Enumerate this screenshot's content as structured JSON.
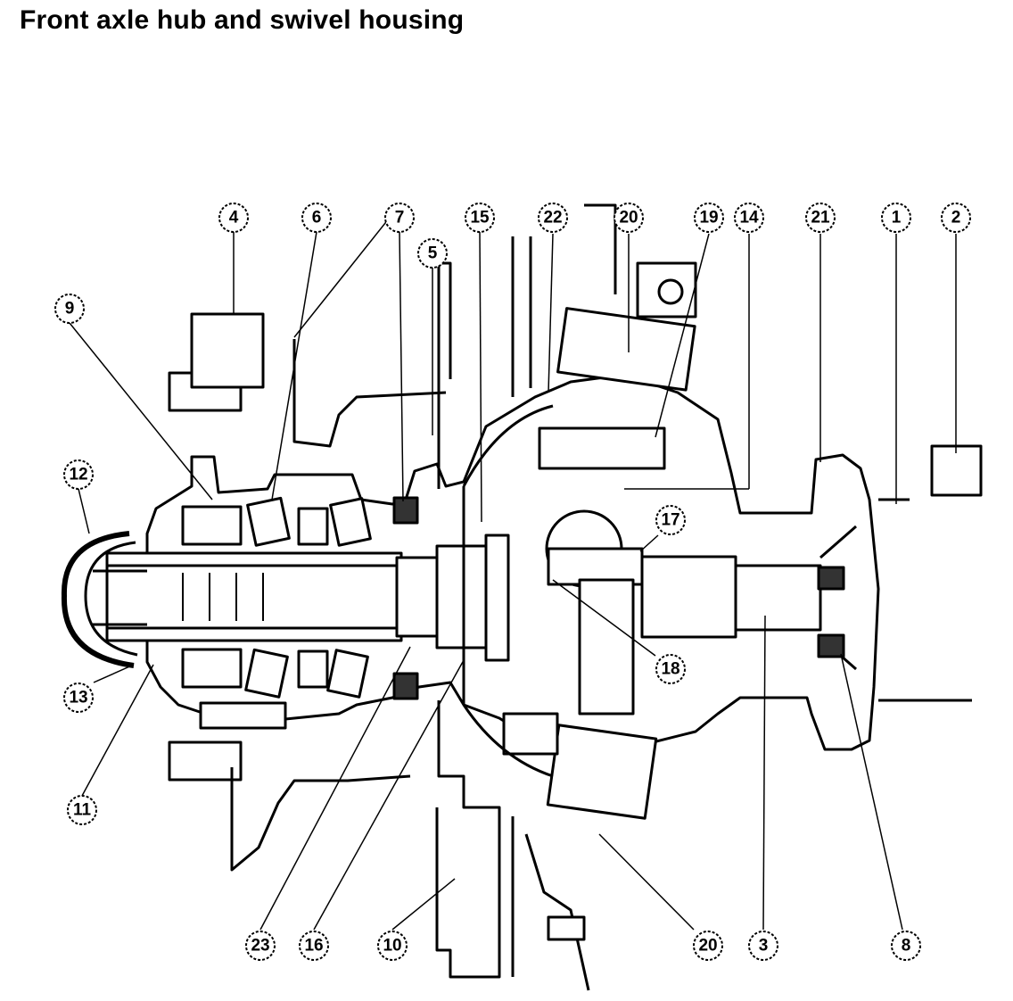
{
  "title": "Front axle hub and swivel housing",
  "callouts": [
    "4",
    "6",
    "7",
    "15",
    "22",
    "20",
    "19",
    "14",
    "21",
    "1",
    "2",
    "5",
    "9",
    "12",
    "17",
    "18",
    "13",
    "11",
    "23",
    "16",
    "10",
    "20",
    "3",
    "8"
  ],
  "colors": {
    "ink": "#000000",
    "fill": "#ffffff",
    "shade": "#e6e6e6"
  }
}
